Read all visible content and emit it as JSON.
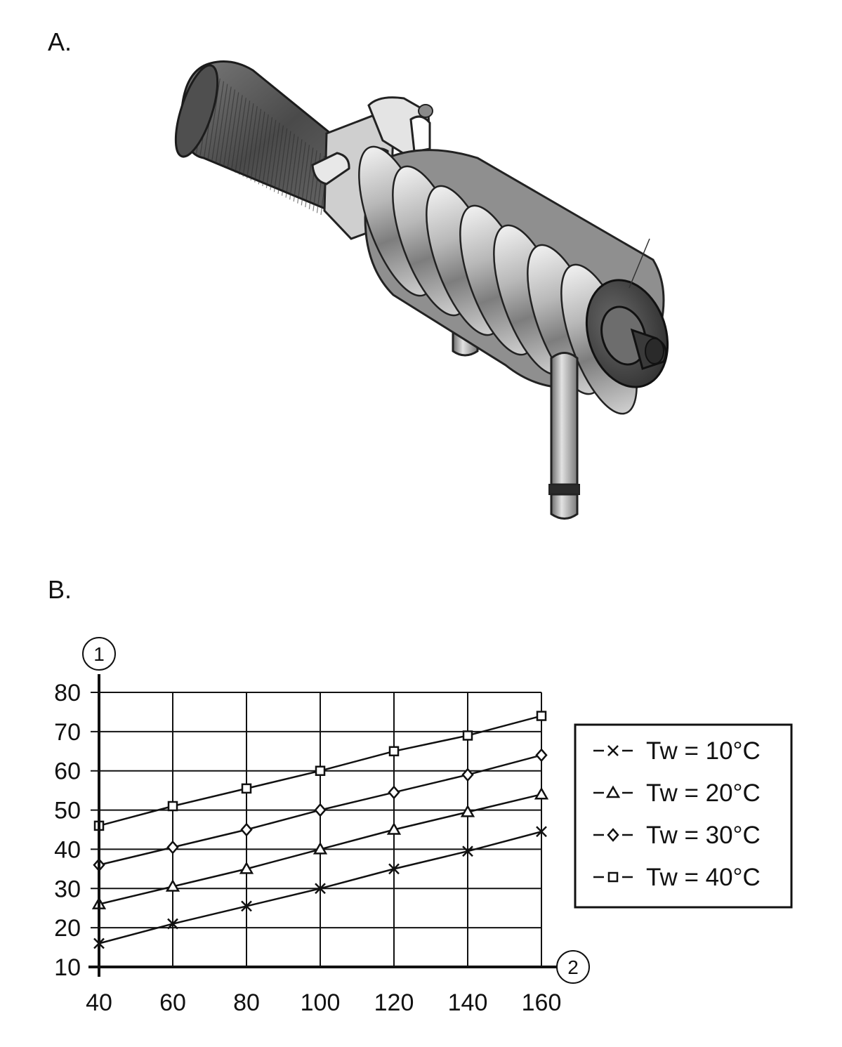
{
  "panels": {
    "a_label": "A.",
    "b_label": "B."
  },
  "colors": {
    "ink": "#111111",
    "steel_light": "#d9d9d9",
    "steel_mid": "#9a9a9a",
    "steel_dark": "#4d4d4d",
    "hose": "#5a5a5a"
  },
  "chart_data": {
    "type": "line",
    "x_axis_id": "2",
    "y_axis_id": "1",
    "xlim": [
      40,
      160
    ],
    "ylim": [
      10,
      80
    ],
    "x_ticks": [
      "40",
      "60",
      "80",
      "100",
      "120",
      "140",
      "160"
    ],
    "y_ticks": [
      "10",
      "20",
      "30",
      "40",
      "50",
      "60",
      "70",
      "80"
    ],
    "grid": true,
    "legend_position": "right",
    "x": [
      40,
      60,
      80,
      100,
      120,
      140,
      160
    ],
    "series": [
      {
        "name": "Tw = 10°C",
        "marker": "x",
        "values": [
          16,
          21,
          25.5,
          30,
          35,
          39.5,
          44.5
        ]
      },
      {
        "name": "Tw = 20°C",
        "marker": "triangle",
        "values": [
          26,
          30.5,
          35,
          40,
          45,
          49.5,
          54
        ]
      },
      {
        "name": "Tw = 30°C",
        "marker": "diamond",
        "values": [
          36,
          40.5,
          45,
          50,
          54.5,
          59,
          64
        ]
      },
      {
        "name": "Tw = 40°C",
        "marker": "square",
        "values": [
          46,
          51,
          55.5,
          60,
          65,
          69,
          74
        ]
      }
    ]
  }
}
